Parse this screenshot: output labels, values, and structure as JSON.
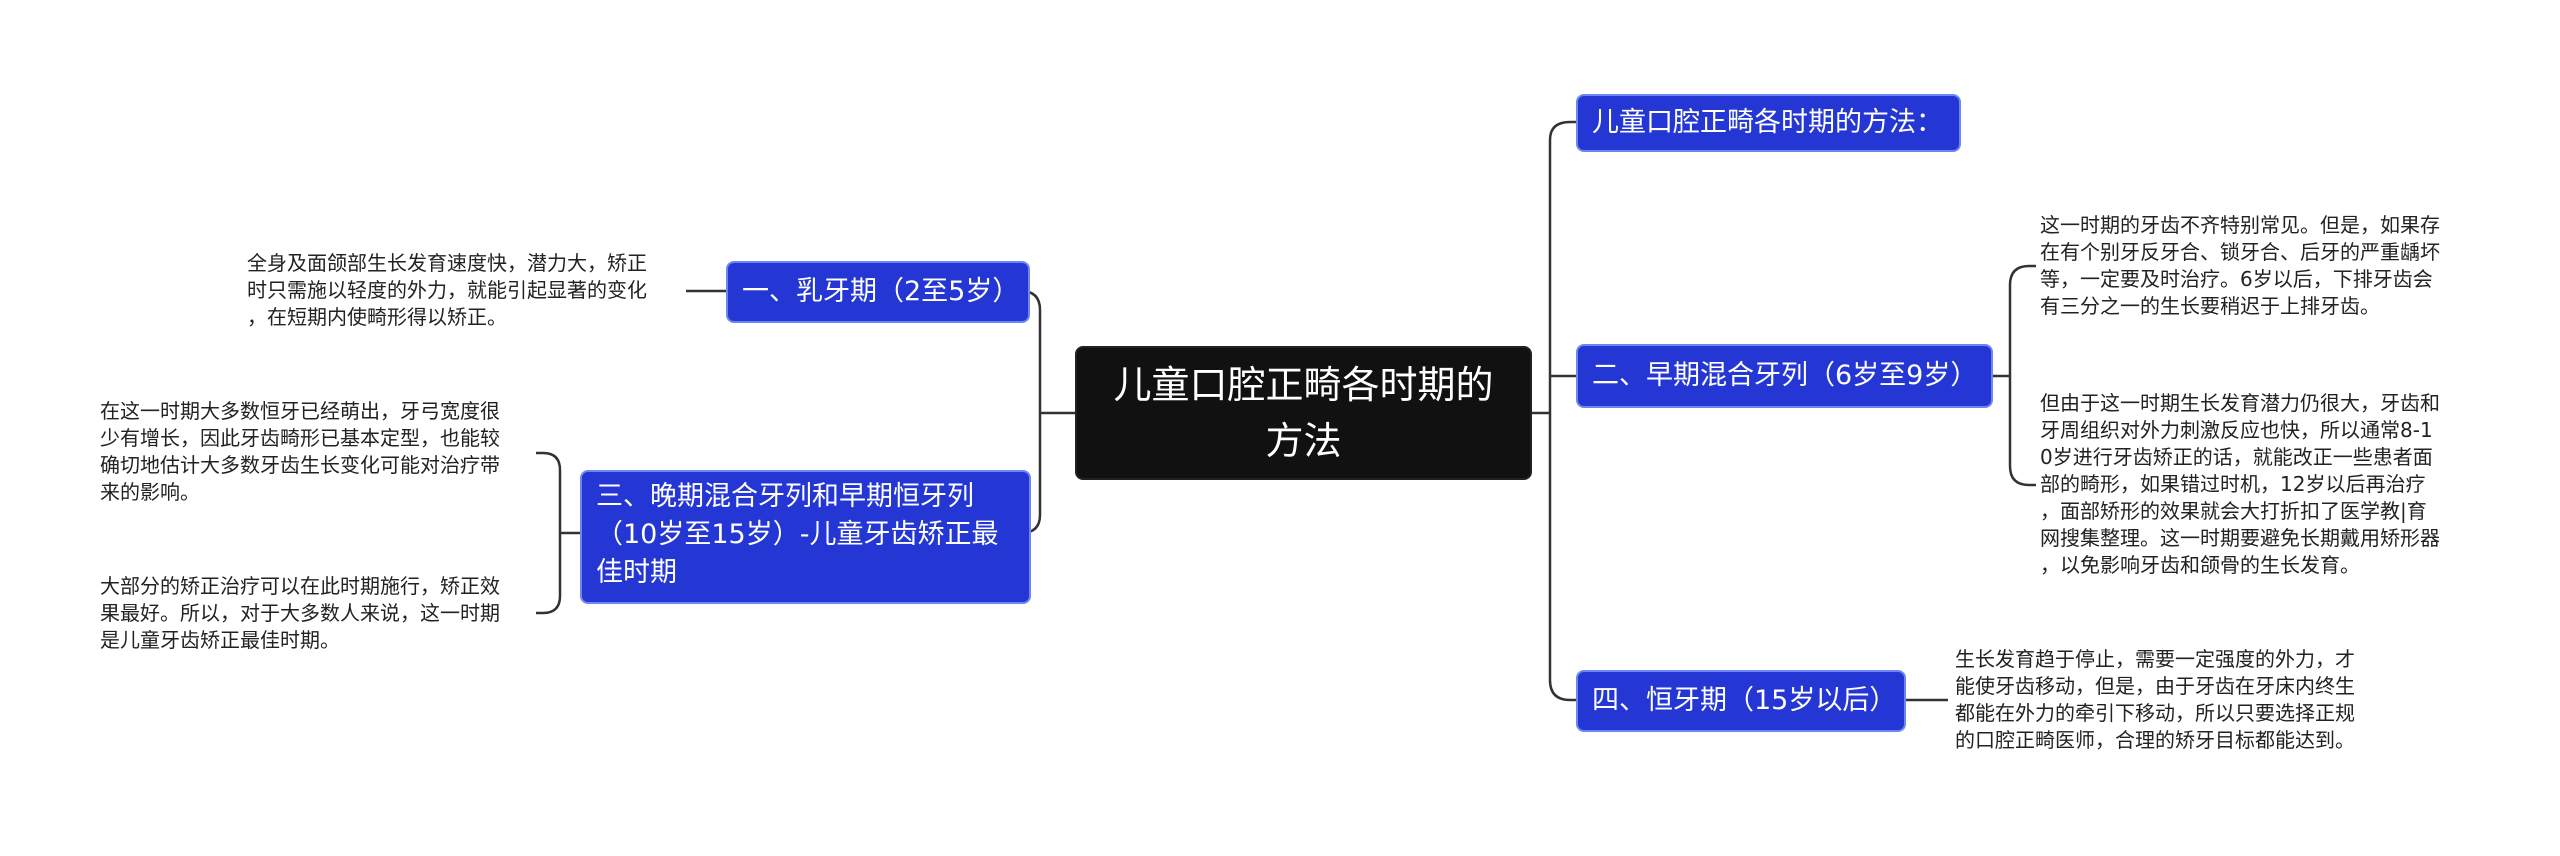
{
  "root": {
    "label": "儿童口腔正畸各时期的方法"
  },
  "branches": {
    "methods_title": {
      "label": "儿童口腔正畸各时期的方法："
    },
    "primary": {
      "label": "一、乳牙期（2至5岁）",
      "note": "全身及面颌部生长发育速度快，潜力大，矫正\n时只需施以轻度的外力，就能引起显著的变化\n，在短期内使畸形得以矫正。"
    },
    "late_mixed": {
      "label": "三、晚期混合牙列和早期恒牙列（10岁至15岁）-儿童牙齿矫正最佳时期",
      "notes": [
        "在这一时期大多数恒牙已经萌出，牙弓宽度很\n少有增长，因此牙齿畸形已基本定型，也能较\n确切地估计大多数牙齿生长变化可能对治疗带\n来的影响。",
        "大部分的矫正治疗可以在此时期施行，矫正效\n果最好。所以，对于大多数人来说，这一时期\n是儿童牙齿矫正最佳时期。"
      ]
    },
    "early_mixed": {
      "label": "二、早期混合牙列（6岁至9岁）",
      "notes": [
        "这一时期的牙齿不齐特别常见。但是，如果存\n在有个别牙反牙合、锁牙合、后牙的严重龋坏\n等，一定要及时治疗。6岁以后，下排牙齿会\n有三分之一的生长要稍迟于上排牙齿。",
        "但由于这一时期生长发育潜力仍很大，牙齿和\n牙周组织对外力刺激反应也快，所以通常8-1\n0岁进行牙齿矫正的话，就能改正一些患者面\n部的畸形，如果错过时机，12岁以后再治疗\n，面部矫形的效果就会大打折扣了医学教|育\n网搜集整理。这一时期要避免长期戴用矫形器\n，以免影响牙齿和颌骨的生长发育。"
      ]
    },
    "permanent": {
      "label": "四、恒牙期（15岁以后）",
      "note": "生长发育趋于停止，需要一定强度的外力，才\n能使牙齿移动，但是，由于牙齿在牙床内终生\n都能在外力的牵引下移动，所以只要选择正规\n的口腔正畸医师，合理的矫牙目标都能达到。"
    }
  },
  "colors": {
    "branch_fill": "#2437d4",
    "branch_border": "#6e86f2",
    "root_fill": "#111111",
    "connector": "#333333"
  }
}
